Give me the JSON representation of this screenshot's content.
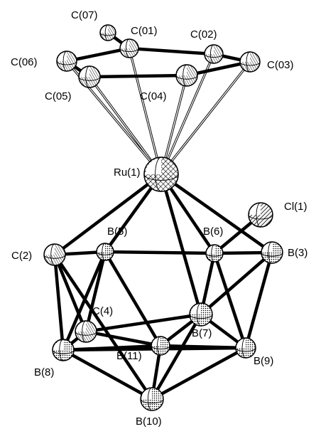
{
  "atoms": [
    {
      "id": "C07",
      "label": "C(07)",
      "kind": "carbon"
    },
    {
      "id": "C01",
      "label": "C(01)",
      "kind": "carbon"
    },
    {
      "id": "C02",
      "label": "C(02)",
      "kind": "carbon"
    },
    {
      "id": "C06",
      "label": "C(06)",
      "kind": "carbon"
    },
    {
      "id": "C03",
      "label": "C(03)",
      "kind": "carbon"
    },
    {
      "id": "C05",
      "label": "C(05)",
      "kind": "carbon"
    },
    {
      "id": "C04",
      "label": "C(04)",
      "kind": "carbon"
    },
    {
      "id": "Ru1",
      "label": "Ru(1)",
      "kind": "ruthenium"
    },
    {
      "id": "Cl1",
      "label": "Cl(1)",
      "kind": "chlorine"
    },
    {
      "id": "B6",
      "label": "B(6)",
      "kind": "boron"
    },
    {
      "id": "B5",
      "label": "B(5)",
      "kind": "boron"
    },
    {
      "id": "C2",
      "label": "C(2)",
      "kind": "carbon"
    },
    {
      "id": "B3",
      "label": "B(3)",
      "kind": "boron"
    },
    {
      "id": "C4",
      "label": "C(4)",
      "kind": "carbon"
    },
    {
      "id": "B7",
      "label": "B(7)",
      "kind": "boron"
    },
    {
      "id": "B11",
      "label": "B(11)",
      "kind": "boron"
    },
    {
      "id": "B9",
      "label": "B(9)",
      "kind": "boron"
    },
    {
      "id": "B8",
      "label": "B(8)",
      "kind": "boron"
    },
    {
      "id": "B10",
      "label": "B(10)",
      "kind": "boron"
    }
  ],
  "bonds_thick": [
    [
      "C01",
      "C02"
    ],
    [
      "C02",
      "C03"
    ],
    [
      "C03",
      "C04"
    ],
    [
      "C04",
      "C05"
    ],
    [
      "C05",
      "C06"
    ],
    [
      "C06",
      "C01"
    ],
    [
      "C01",
      "C07"
    ],
    [
      "Ru1",
      "C2"
    ],
    [
      "Ru1",
      "B5"
    ],
    [
      "Ru1",
      "B6"
    ],
    [
      "Ru1",
      "B3"
    ],
    [
      "Ru1",
      "B7"
    ],
    [
      "C2",
      "B5"
    ],
    [
      "B5",
      "B6"
    ],
    [
      "B6",
      "B3"
    ],
    [
      "C2",
      "C4"
    ],
    [
      "C2",
      "B8"
    ],
    [
      "C2",
      "B10"
    ],
    [
      "B5",
      "C4"
    ],
    [
      "B5",
      "B11"
    ],
    [
      "B5",
      "B8"
    ],
    [
      "B6",
      "B7"
    ],
    [
      "B6",
      "B9"
    ],
    [
      "B3",
      "B7"
    ],
    [
      "B3",
      "B9"
    ],
    [
      "C4",
      "B8"
    ],
    [
      "C4",
      "B11"
    ],
    [
      "C4",
      "B7"
    ],
    [
      "B7",
      "B11"
    ],
    [
      "B7",
      "B9"
    ],
    [
      "B7",
      "B10"
    ],
    [
      "B11",
      "B8"
    ],
    [
      "B11",
      "B9"
    ],
    [
      "B11",
      "B10"
    ],
    [
      "B8",
      "B9"
    ],
    [
      "B8",
      "B10"
    ],
    [
      "B9",
      "B10"
    ],
    [
      "B6",
      "Cl1"
    ]
  ],
  "bonds_thin": [
    [
      "Ru1",
      "C01"
    ],
    [
      "Ru1",
      "C02"
    ],
    [
      "Ru1",
      "C03"
    ],
    [
      "Ru1",
      "C04"
    ],
    [
      "Ru1",
      "C05"
    ],
    [
      "Ru1",
      "C06"
    ]
  ],
  "style": {
    "line": "#000000",
    "paper": "#ffffff"
  }
}
